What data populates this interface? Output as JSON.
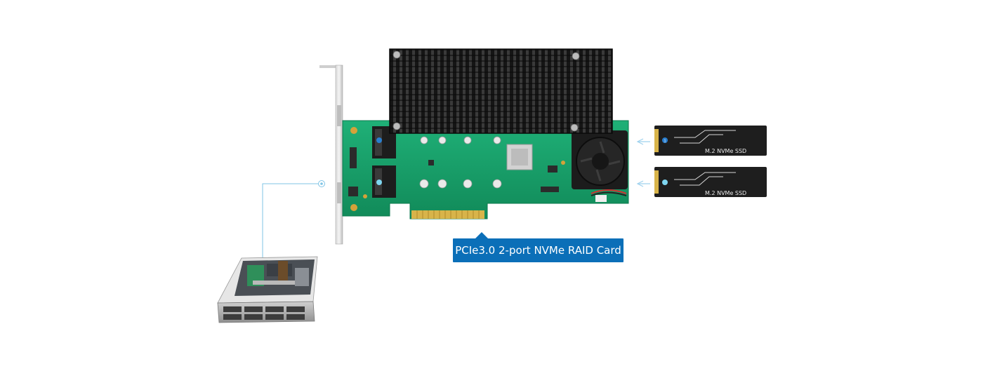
{
  "diagram": {
    "card_label": "PCIe3.0 2-port NVMe RAID Card",
    "ssd_label": "M.2 NVMe SSD",
    "ssd_1_badge": "1",
    "colors": {
      "accent": "#0b6fb8",
      "pcb": "#16a06a",
      "heatsink": "#1c1c1c",
      "connector_line": "#7fc4e6"
    }
  }
}
